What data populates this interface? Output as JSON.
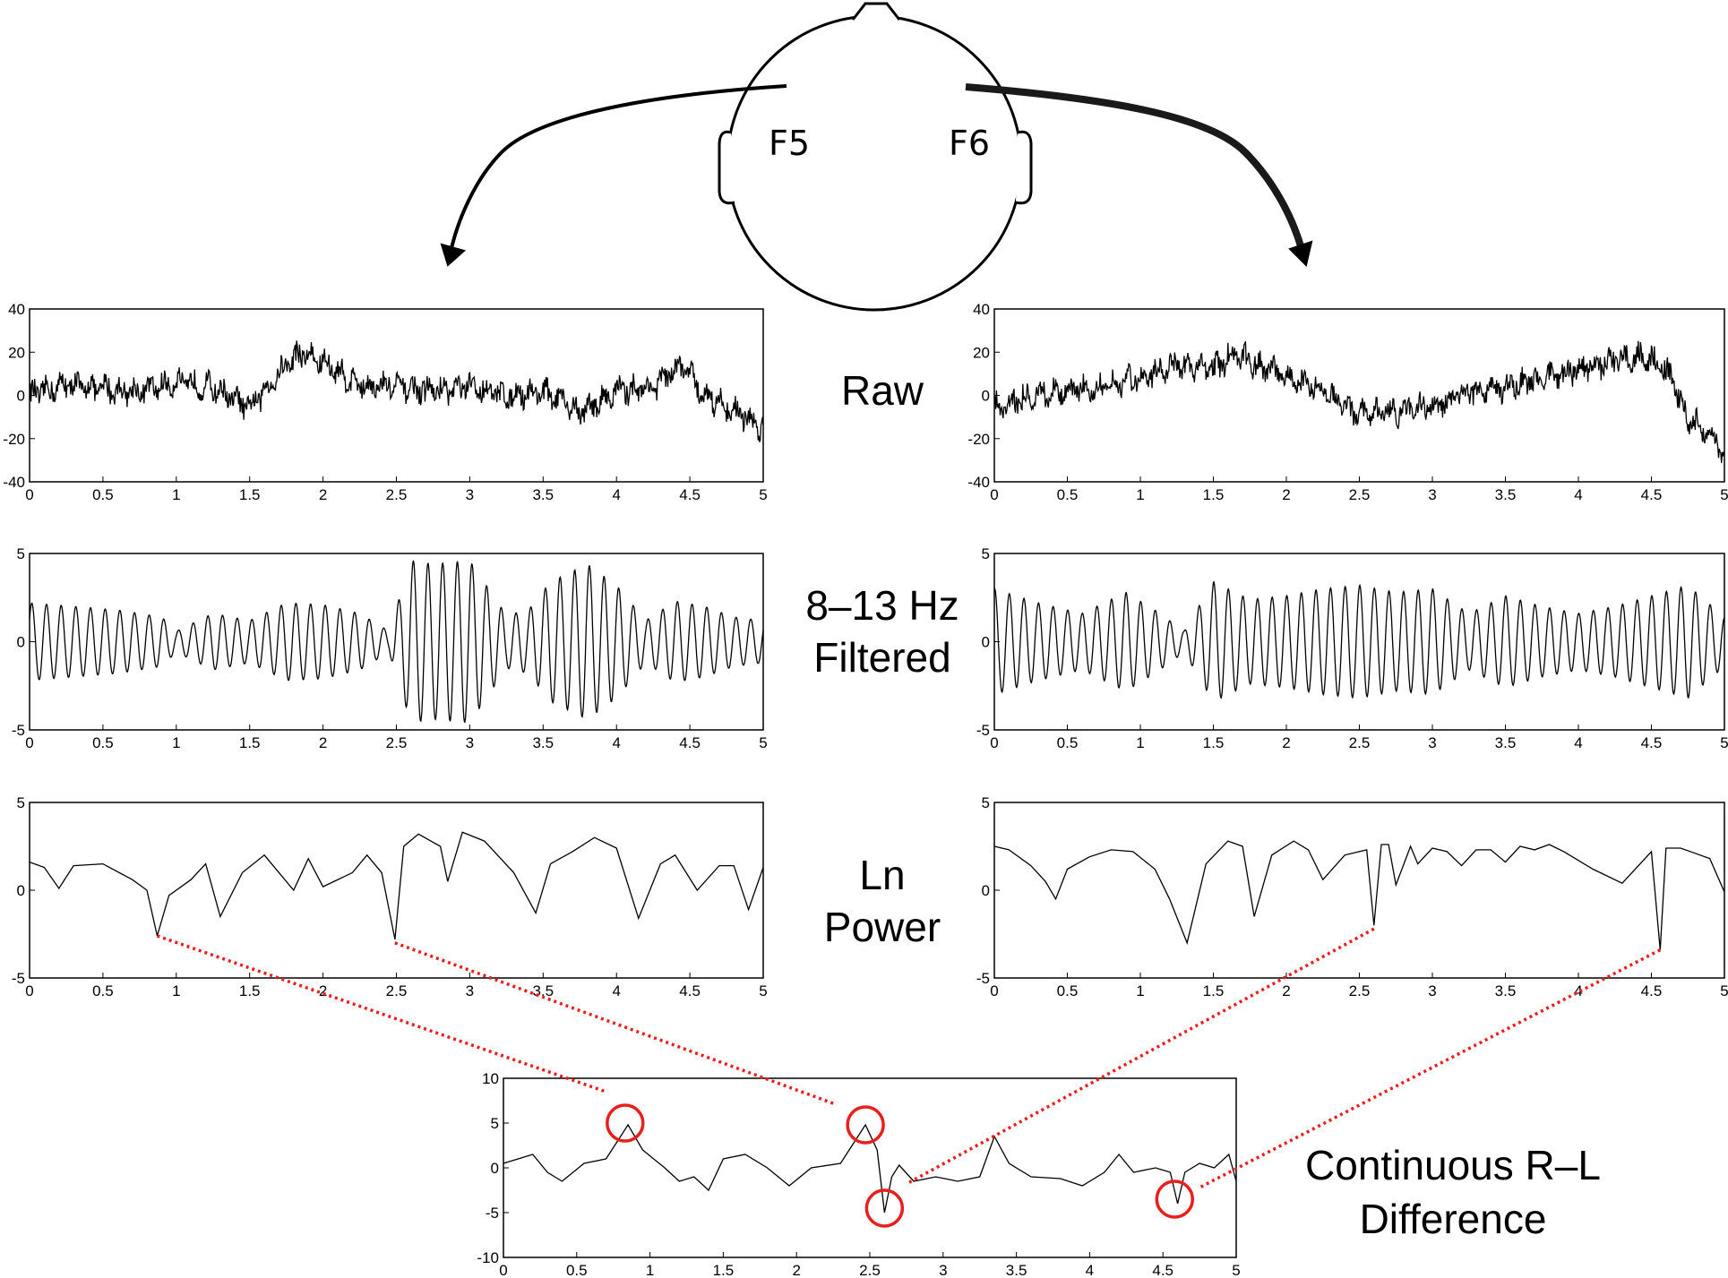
{
  "head": {
    "left_electrode": "F5",
    "right_electrode": "F6"
  },
  "row_labels": {
    "raw": "Raw",
    "filtered_line1": "8–13 Hz",
    "filtered_line2": "Filtered",
    "power_line1": "Ln",
    "power_line2": "Power",
    "diff_line1": "Continuous R–L",
    "diff_line2": "Difference"
  },
  "colors": {
    "trace": "#000000",
    "highlight": "#e8201c"
  },
  "chart_data": [
    {
      "id": "raw-left",
      "type": "line",
      "xlim": [
        0,
        5
      ],
      "ylim": [
        -40,
        40
      ],
      "xticks": [
        "0",
        "0.5",
        "1",
        "1.5",
        "2",
        "2.5",
        "3",
        "3.5",
        "4",
        "4.5",
        "5"
      ],
      "yticks": [
        "-40",
        "-20",
        "0",
        "20",
        "40"
      ],
      "x": [
        0,
        0.25,
        0.5,
        0.75,
        1.0,
        1.25,
        1.5,
        1.75,
        1.85,
        2.0,
        2.25,
        2.5,
        2.75,
        3.0,
        3.25,
        3.5,
        3.75,
        4.0,
        4.25,
        4.45,
        4.6,
        4.75,
        5.0
      ],
      "y": [
        0,
        5,
        3,
        2,
        6,
        4,
        -6,
        14,
        20,
        15,
        5,
        4,
        2,
        4,
        0,
        2,
        -8,
        2,
        4,
        14,
        0,
        -5,
        -15
      ]
    },
    {
      "id": "raw-right",
      "type": "line",
      "xlim": [
        0,
        5
      ],
      "ylim": [
        -40,
        40
      ],
      "xticks": [
        "0",
        "0.5",
        "1",
        "1.5",
        "2",
        "2.5",
        "3",
        "3.5",
        "4",
        "4.5",
        "5"
      ],
      "yticks": [
        "-40",
        "-20",
        "0",
        "20",
        "40"
      ],
      "x": [
        0,
        0.25,
        0.5,
        0.75,
        1.0,
        1.25,
        1.5,
        1.65,
        1.8,
        2.0,
        2.25,
        2.5,
        2.75,
        3.0,
        3.25,
        3.5,
        3.75,
        4.0,
        4.25,
        4.45,
        4.6,
        4.75,
        5.0
      ],
      "y": [
        -5,
        0,
        2,
        5,
        8,
        14,
        12,
        20,
        14,
        8,
        2,
        -8,
        -8,
        -5,
        2,
        4,
        8,
        12,
        16,
        18,
        12,
        -10,
        -25
      ]
    },
    {
      "id": "filtered-left",
      "type": "line",
      "xlim": [
        0,
        5
      ],
      "ylim": [
        -5,
        5
      ],
      "xticks": [
        "0",
        "0.5",
        "1",
        "1.5",
        "2",
        "2.5",
        "3",
        "3.5",
        "4",
        "4.5",
        "5"
      ],
      "yticks": [
        "-5",
        "0",
        "5"
      ],
      "frequency_hz": 10,
      "envelope_t": [
        0,
        0.3,
        0.6,
        0.9,
        1.0,
        1.25,
        1.5,
        1.75,
        2.0,
        2.25,
        2.45,
        2.6,
        2.75,
        3.0,
        3.25,
        3.4,
        3.55,
        3.8,
        4.0,
        4.2,
        4.4,
        4.6,
        4.8,
        5.0
      ],
      "envelope_a": [
        2.2,
        2.0,
        1.8,
        1.4,
        0.6,
        1.6,
        1.2,
        2.2,
        2.1,
        1.6,
        0.6,
        4.6,
        4.4,
        4.6,
        1.5,
        1.8,
        3.4,
        4.4,
        3.2,
        1.2,
        2.3,
        2.0,
        1.4,
        1.2
      ]
    },
    {
      "id": "filtered-right",
      "type": "line",
      "xlim": [
        0,
        5
      ],
      "ylim": [
        -5,
        5
      ],
      "xticks": [
        "0",
        "0.5",
        "1",
        "1.5",
        "2",
        "2.5",
        "3",
        "3.5",
        "4",
        "4.5",
        "5"
      ],
      "yticks": [
        "-5",
        "0",
        "5"
      ],
      "frequency_hz": 10,
      "envelope_t": [
        0,
        0.3,
        0.6,
        0.9,
        1.1,
        1.3,
        1.5,
        1.75,
        2.0,
        2.25,
        2.5,
        2.75,
        3.0,
        3.25,
        3.5,
        3.75,
        4.0,
        4.25,
        4.5,
        4.75,
        5.0
      ],
      "envelope_a": [
        3.0,
        2.2,
        1.6,
        2.8,
        1.8,
        0.6,
        3.4,
        2.4,
        2.6,
        3.0,
        3.2,
        2.8,
        3.0,
        1.6,
        2.6,
        2.0,
        1.6,
        2.0,
        2.6,
        3.2,
        1.4
      ]
    },
    {
      "id": "power-left",
      "type": "line",
      "xlim": [
        0,
        5
      ],
      "ylim": [
        -5,
        5
      ],
      "xticks": [
        "0",
        "0.5",
        "1",
        "1.5",
        "2",
        "2.5",
        "3",
        "3.5",
        "4",
        "4.5",
        "5"
      ],
      "yticks": [
        "-5",
        "0",
        "5"
      ],
      "x": [
        0,
        0.1,
        0.2,
        0.3,
        0.5,
        0.7,
        0.8,
        0.87,
        0.95,
        1.1,
        1.2,
        1.3,
        1.45,
        1.6,
        1.8,
        1.9,
        2.0,
        2.2,
        2.3,
        2.4,
        2.49,
        2.55,
        2.65,
        2.8,
        2.85,
        2.95,
        3.1,
        3.3,
        3.45,
        3.55,
        3.7,
        3.85,
        4.0,
        4.15,
        4.3,
        4.4,
        4.55,
        4.7,
        4.8,
        4.9,
        5.0
      ],
      "y": [
        1.6,
        1.3,
        0.1,
        1.4,
        1.5,
        0.6,
        0.0,
        -2.6,
        -0.3,
        0.6,
        1.5,
        -1.5,
        1.0,
        2.0,
        0.0,
        1.8,
        0.2,
        1.0,
        2.0,
        1.0,
        -2.8,
        2.5,
        3.2,
        2.5,
        0.5,
        3.3,
        2.8,
        1.0,
        -1.3,
        1.5,
        2.2,
        3.0,
        2.4,
        -1.6,
        1.5,
        2.0,
        0.0,
        1.4,
        1.4,
        -1.1,
        1.3
      ]
    },
    {
      "id": "power-right",
      "type": "line",
      "xlim": [
        0,
        5
      ],
      "ylim": [
        -5,
        5
      ],
      "xticks": [
        "0",
        "0.5",
        "1",
        "1.5",
        "2",
        "2.5",
        "3",
        "3.5",
        "4",
        "4.5",
        "5"
      ],
      "yticks": [
        "-5",
        "0",
        "5"
      ],
      "x": [
        0,
        0.1,
        0.25,
        0.35,
        0.42,
        0.5,
        0.65,
        0.8,
        0.95,
        1.1,
        1.2,
        1.32,
        1.45,
        1.6,
        1.7,
        1.78,
        1.9,
        2.05,
        2.15,
        2.25,
        2.4,
        2.55,
        2.6,
        2.65,
        2.7,
        2.75,
        2.85,
        2.9,
        3.0,
        3.1,
        3.2,
        3.3,
        3.4,
        3.5,
        3.6,
        3.7,
        3.8,
        3.9,
        4.1,
        4.3,
        4.5,
        4.56,
        4.6,
        4.7,
        4.8,
        4.9,
        5.0
      ],
      "y": [
        2.5,
        2.3,
        1.4,
        0.5,
        -0.5,
        1.2,
        1.9,
        2.3,
        2.2,
        1.2,
        -0.5,
        -3.0,
        1.5,
        2.8,
        2.5,
        -1.5,
        2.0,
        2.8,
        2.3,
        0.6,
        2.0,
        2.3,
        -2.0,
        2.6,
        2.6,
        0.3,
        2.5,
        1.5,
        2.4,
        2.2,
        1.4,
        2.3,
        2.3,
        1.6,
        2.5,
        2.3,
        2.6,
        2.2,
        1.2,
        0.4,
        2.2,
        -3.4,
        2.4,
        2.4,
        2.1,
        1.8,
        -0.1
      ]
    },
    {
      "id": "difference",
      "type": "line",
      "xlim": [
        0,
        5
      ],
      "ylim": [
        -10,
        10
      ],
      "xticks": [
        "0",
        "0.5",
        "1",
        "1.5",
        "2",
        "2.5",
        "3",
        "3.5",
        "4",
        "4.5",
        "5"
      ],
      "yticks": [
        "-10",
        "-5",
        "0",
        "5",
        "10"
      ],
      "x": [
        0,
        0.1,
        0.2,
        0.3,
        0.4,
        0.55,
        0.7,
        0.85,
        0.95,
        1.1,
        1.2,
        1.3,
        1.4,
        1.5,
        1.65,
        1.8,
        1.95,
        2.1,
        2.3,
        2.47,
        2.55,
        2.6,
        2.65,
        2.7,
        2.8,
        2.95,
        3.1,
        3.25,
        3.35,
        3.45,
        3.6,
        3.8,
        3.95,
        4.1,
        4.2,
        4.3,
        4.45,
        4.55,
        4.6,
        4.65,
        4.75,
        4.85,
        4.95,
        5.0
      ],
      "y": [
        0.5,
        1.0,
        1.5,
        -0.5,
        -1.5,
        0.5,
        1.0,
        4.8,
        2.0,
        0.0,
        -1.5,
        -1.0,
        -2.5,
        1.0,
        1.5,
        0.0,
        -2.0,
        0.0,
        0.5,
        4.8,
        2.0,
        -5.0,
        -1.0,
        0.3,
        -1.5,
        -1.0,
        -1.5,
        -1.0,
        3.5,
        0.5,
        -1.0,
        -1.2,
        -2.0,
        -0.5,
        1.5,
        -0.5,
        0.0,
        -0.5,
        -4.0,
        -0.5,
        0.5,
        0.0,
        1.5,
        -1.5
      ]
    }
  ],
  "annotations": {
    "circles": [
      {
        "chart": "difference",
        "x": 0.83,
        "y": 5
      },
      {
        "chart": "difference",
        "x": 2.47,
        "y": 4.8
      },
      {
        "chart": "difference",
        "x": 2.6,
        "y": -4.5
      },
      {
        "chart": "difference",
        "x": 4.58,
        "y": -3.5
      }
    ],
    "connectors": [
      {
        "from_chart": "power-left",
        "from_x": 0.87,
        "from_y": -2.6,
        "to_chart": "difference",
        "to_x": 0.7,
        "to_y": 8.5
      },
      {
        "from_chart": "power-left",
        "from_x": 2.49,
        "from_y": -3.0,
        "to_chart": "difference",
        "to_x": 2.25,
        "to_y": 7.2
      },
      {
        "from_chart": "power-right",
        "from_x": 2.6,
        "from_y": -2.2,
        "to_chart": "difference",
        "to_x": 2.75,
        "to_y": -1.8
      },
      {
        "from_chart": "power-right",
        "from_x": 4.56,
        "from_y": -3.4,
        "to_chart": "difference",
        "to_x": 4.75,
        "to_y": -2.2
      }
    ]
  }
}
